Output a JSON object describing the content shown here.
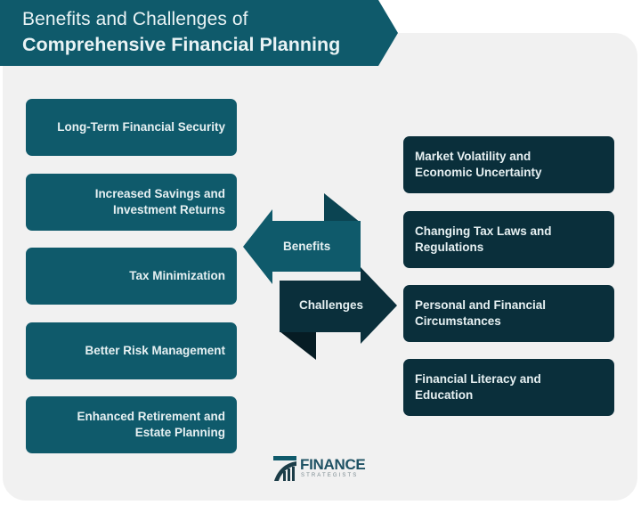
{
  "header": {
    "title_line1": "Benefits and Challenges of",
    "title_line2": "Comprehensive Financial Planning"
  },
  "benefits": {
    "label": "Benefits",
    "items": [
      {
        "label": "Long-Term Financial Security"
      },
      {
        "label": "Increased Savings and Investment Returns"
      },
      {
        "label": "Tax Minimization"
      },
      {
        "label": "Better Risk Management"
      },
      {
        "label": "Enhanced Retirement and Estate Planning"
      }
    ]
  },
  "challenges": {
    "label": "Challenges",
    "items": [
      {
        "label": "Market Volatility and Economic Uncertainty"
      },
      {
        "label": "Changing Tax Laws and Regulations"
      },
      {
        "label": "Personal and Financial Circumstances"
      },
      {
        "label": "Financial Literacy and Education"
      }
    ]
  },
  "logo": {
    "word": "FINANCE",
    "sub": "STRATEGISTS"
  },
  "colors": {
    "banner": "#0f5a6b",
    "benefit_box": "#0f5a6b",
    "challenge_box": "#0a2f3b",
    "panel": "#f1f1f1",
    "text_light": "#e6f0f2"
  }
}
